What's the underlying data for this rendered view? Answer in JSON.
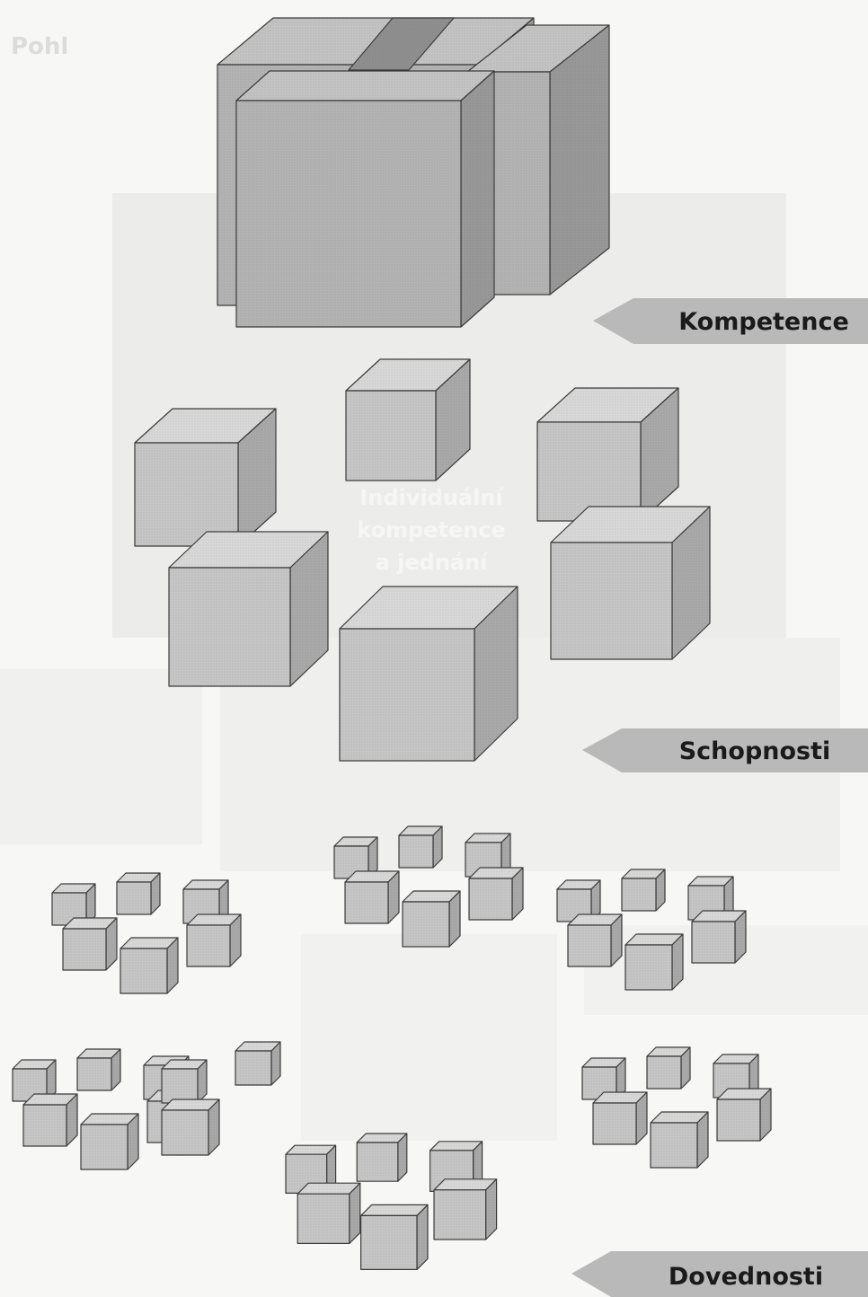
{
  "header_fragment": "Pohl",
  "ghost_text": [
    "Individuální",
    "kompetence",
    "a jednání"
  ],
  "labels": {
    "kompetence": "Kompetence",
    "schopnosti": "Schopnosti",
    "dovednosti": "Dovednosti"
  },
  "colors": {
    "page": "#f7f7f5",
    "panel": "#e9e9e7",
    "cube_front": "#c6c6c6",
    "cube_top": "#d8d8d8",
    "cube_side": "#a9a9a9",
    "cube_edge": "#3c3c3c",
    "big_cube_front": "#b3b3b3",
    "big_cube_top": "#c3c3c3",
    "big_cube_side": "#989898",
    "label_fill": "#b9b9b9",
    "label_text": "#1a1a1a"
  },
  "hierarchy": [
    {
      "level": "Kompetence",
      "units": 1,
      "structure": "composite cube"
    },
    {
      "level": "Schopnosti",
      "units": 6
    },
    {
      "level": "Dovednosti",
      "groups": 7,
      "units_per_group": 6
    }
  ]
}
